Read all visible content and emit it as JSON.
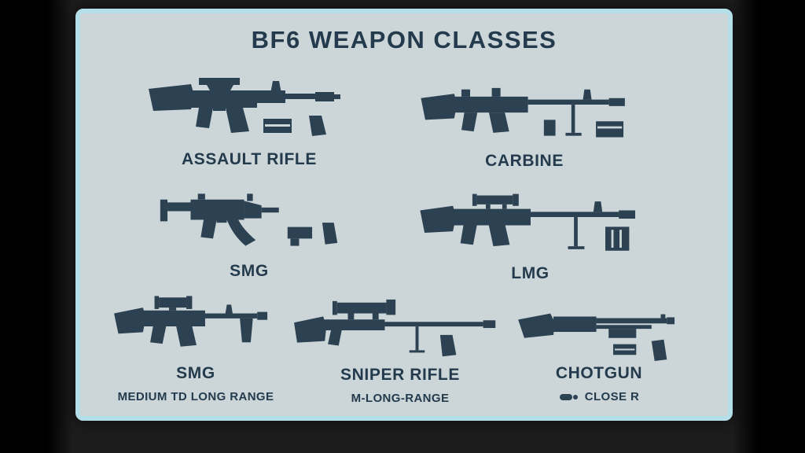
{
  "title": "BF6 WEAPON CLASSES",
  "weapons": {
    "assault_rifle": {
      "label": "ASSAULT RIFLE"
    },
    "carbine": {
      "label": "CARBINE"
    },
    "smg": {
      "label": "SMG"
    },
    "lmg": {
      "label": "LMG"
    },
    "smg2": {
      "label": "SMG",
      "sublabel": "MEDIUM TD LONG RANGE"
    },
    "sniper_rifle": {
      "label": "SNIPER RIFLE",
      "sublabel": "M-LONG-RANGE"
    },
    "chotgun": {
      "label": "CHOTGUN",
      "sublabel": "CLOSE R"
    }
  },
  "colors": {
    "background": "#1c1c1c",
    "panel_bg": "#ccd6d8",
    "panel_border": "#b5dfe8",
    "ink": "#2c4152",
    "text": "#243b4d"
  }
}
